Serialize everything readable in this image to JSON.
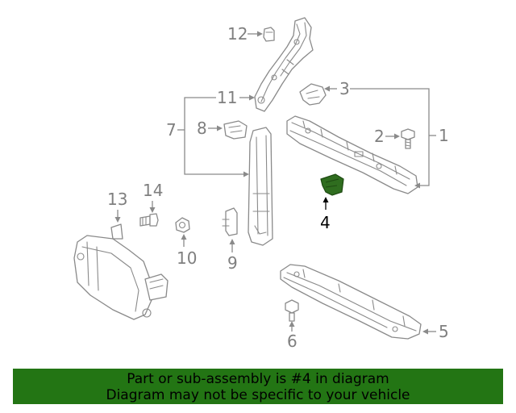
{
  "callouts": {
    "c1": "1",
    "c2": "2",
    "c3": "3",
    "c4": "4",
    "c5": "5",
    "c6": "6",
    "c7": "7",
    "c8": "8",
    "c9": "9",
    "c10": "10",
    "c11": "11",
    "c12": "12",
    "c13": "13",
    "c14": "14"
  },
  "highlighted_part": "4",
  "colors": {
    "banner": "#237514",
    "highlight": "#2f6d1f",
    "callout": "#7f7f7f",
    "line_art": "#8a8a8a"
  },
  "banner": {
    "line1": "Part or sub-assembly is #4 in diagram",
    "line2": "Diagram may not be specific to your vehicle"
  }
}
